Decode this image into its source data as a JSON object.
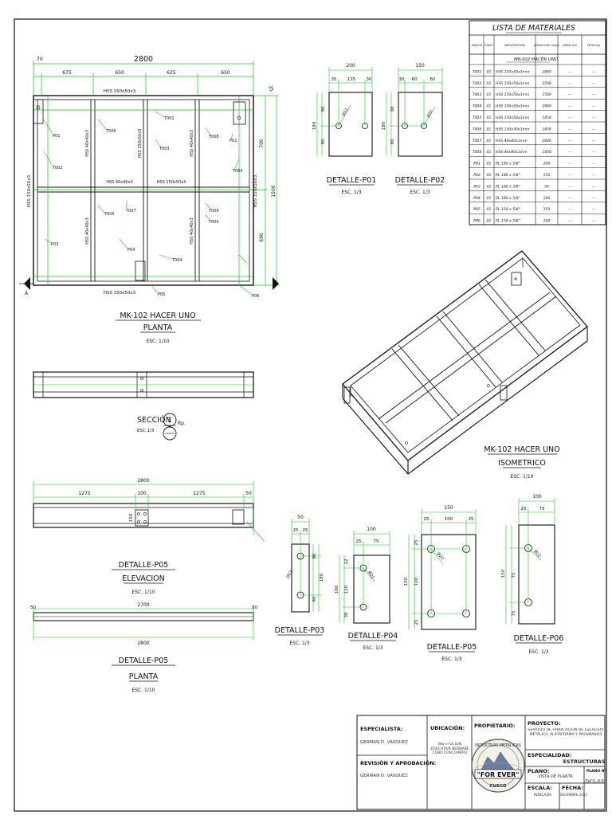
{
  "drawing": {
    "main_plan": {
      "title": "MK-102 HACER UNO",
      "subtitle": "PLANTA",
      "scale": "ESC. 1/10",
      "overall_width": "2800",
      "overall_height": "1500",
      "top_dims": [
        "70",
        "675",
        "650",
        "625",
        "650"
      ],
      "right_dims": [
        "35",
        "700",
        "690"
      ],
      "profiles": {
        "top_beam": "HSS 150x50x3",
        "bottom_beam": "HSS 150x50x3",
        "left_post": "HSS 150x50x3",
        "right_post": "HSS 150x50x3",
        "mid_beam": "HSS 40x40x3",
        "mid_beam_center": "HSS 150x50x3",
        "vertical_1": "HSS 40x40x3",
        "vertical_2": "HSS 150x50x3",
        "vertical_3": "HSS 40x40x3",
        "vertical_4": "HSS 40x40x3",
        "vertical_5": "HSS 40x40x3"
      },
      "tags": [
        "P01",
        "T002",
        "T006",
        "T001",
        "T003",
        "T008",
        "P02",
        "T004",
        "T005",
        "T007",
        "T009",
        "P03",
        "P04",
        "T004",
        "P05",
        "P06",
        "T005"
      ],
      "section_mark": "A"
    },
    "section_view": {
      "title": "SECCIÓN",
      "number": "1",
      "sheet_ref": "Rp.",
      "scale": "ESC 1/3"
    },
    "isometric": {
      "title": "MK-102 HACER UNO",
      "subtitle": "ISOMETRICO",
      "scale": "ESC. 1/10"
    },
    "details": [
      {
        "title": "DETALLE-P01",
        "scale": "ESC. 1/3",
        "top_dims": [
          "35",
          "135",
          "30"
        ],
        "overall_width": "200",
        "side_dims": [
          "90",
          "90"
        ],
        "overall_height": "180",
        "bolt": "Ø22"
      },
      {
        "title": "DETALLE-P02",
        "scale": "ESC. 1/3",
        "top_dims": [
          "30",
          "60",
          "60"
        ],
        "overall_width": "150",
        "side_dims": [
          "90",
          "90"
        ],
        "overall_height": "180",
        "bolt": "Ø22"
      },
      {
        "title": "DETALLE-P03",
        "scale": "ESC. 1/3",
        "overall_width": "50",
        "top_dims": [
          "25",
          "25"
        ],
        "side_dims": [
          "80",
          "80"
        ],
        "overall_height": "180",
        "bolt": "Ø22"
      },
      {
        "title": "DETALLE-P04",
        "scale": "ESC. 1/3",
        "overall_width": "100",
        "top_dims": [
          "25",
          "75"
        ],
        "side_dims": [
          "22",
          "120",
          "38"
        ],
        "overall_height": "180",
        "bolt": "Ø22"
      },
      {
        "title": "DETALLE-P05",
        "scale": "ESC. 1/3",
        "overall_width": "150",
        "top_dims": [
          "25",
          "100",
          "25"
        ],
        "side_dims": [
          "25",
          "100",
          "25"
        ],
        "overall_height": "150",
        "bolt": "Ø22"
      },
      {
        "title": "DETALLE-P06",
        "scale": "ESC. 1/3",
        "overall_width": "100",
        "top_dims": [
          "25",
          "75"
        ],
        "side_dims": [
          "75",
          "75"
        ],
        "overall_height": "150",
        "bolt": "Ø22"
      }
    ],
    "elevation_p05": {
      "title": "DETALLE-P05",
      "subtitle": "ELEVACION",
      "scale": "ESC. 1/10",
      "overall": "2800",
      "dims": [
        "1275",
        "100",
        "1275",
        "50"
      ],
      "side": [
        "150"
      ]
    },
    "plan_p05": {
      "title": "DETALLE-P05",
      "subtitle": "PLANTA",
      "scale": "ESC. 1/10",
      "overall": "2800",
      "inner": "2700",
      "ends": [
        "50",
        "50"
      ]
    }
  },
  "materials": {
    "title": "LISTA DE MATERIALES",
    "columns": [
      "MARCA",
      "CANT.",
      "DESCRIPCION",
      "LONGITUD (mm)",
      "AREA m2",
      "PESO Kg"
    ],
    "group_label": "MK-102 HACER UNO",
    "rows": [
      [
        "T001",
        "01",
        "HSS 150x50x3mm",
        "2800",
        "—",
        "—"
      ],
      [
        "T002",
        "01",
        "HSS 150x50x3mm",
        "1500",
        "—",
        "—"
      ],
      [
        "T003",
        "01",
        "HSS 150x50x3mm",
        "1500",
        "—",
        "—"
      ],
      [
        "T004",
        "01",
        "HSS 150x50x3mm",
        "2800",
        "—",
        "—"
      ],
      [
        "T005",
        "01",
        "HSS 150x50x3mm",
        "1450",
        "—",
        "—"
      ],
      [
        "T006",
        "01",
        "HSS 150x50x3mm",
        "1450",
        "—",
        "—"
      ],
      [
        "T007",
        "01",
        "HSS 40x40x3mm",
        "2800",
        "—",
        "—"
      ],
      [
        "T008",
        "01",
        "HSS 40x40x3mm",
        "1450",
        "—",
        "—"
      ],
      [
        "P01",
        "01",
        "PL 180 x 5/8\"",
        "200",
        "—",
        "—"
      ],
      [
        "P02",
        "01",
        "PL 180 x 5/8\"",
        "150",
        "—",
        "—"
      ],
      [
        "P03",
        "01",
        "PL 180 x 5/8\"",
        "50",
        "—",
        "—"
      ],
      [
        "P04",
        "01",
        "PL 180 x 5/8\"",
        "100",
        "—",
        "—"
      ],
      [
        "P05",
        "01",
        "PL 150 x 5/8\"",
        "150",
        "—",
        "—"
      ],
      [
        "P06",
        "01",
        "PL 150 x 5/8\"",
        "100",
        "—",
        "—"
      ]
    ]
  },
  "title_block": {
    "specialist_label": "ESPECIALISTA:",
    "specialist_name": "GERMAN D. VASQUEZ",
    "review_label": "REVISIÓN Y APROBACIÓN:",
    "review_name": "GERMAN D. VASQUEZ",
    "location_label": "UBICACIÓN:",
    "location_value": "INSTITUCIÓN EDUCATIVA BERNABE COBO CUSCO/PERÚ",
    "owner_label": "PROPIETARIO:",
    "logo_top": "INDUSTRIAS METALICAS",
    "logo_main": "\"FOR EVER\"",
    "logo_bottom": "CUSCO",
    "project_label": "PROYECTO:",
    "project_value": "SERVICIO DE FABRICACIÓN DE ESCALERA METÁLICA, PLATAFORMA Y PASAMANOS",
    "specialty_label": "ESPECIALIDAD:",
    "specialty_value": "ESTRUCTURAS",
    "plan_label": "PLANO:",
    "plan_value": "VISTA DE PLANTA",
    "plan_no_label": "PLANO N°",
    "plan_no_value": "DES-03",
    "scale_label": "ESCALA:",
    "scale_value": "INDICADA",
    "date_label": "FECHA:",
    "date_value": "DICIEMBRE 2023"
  }
}
